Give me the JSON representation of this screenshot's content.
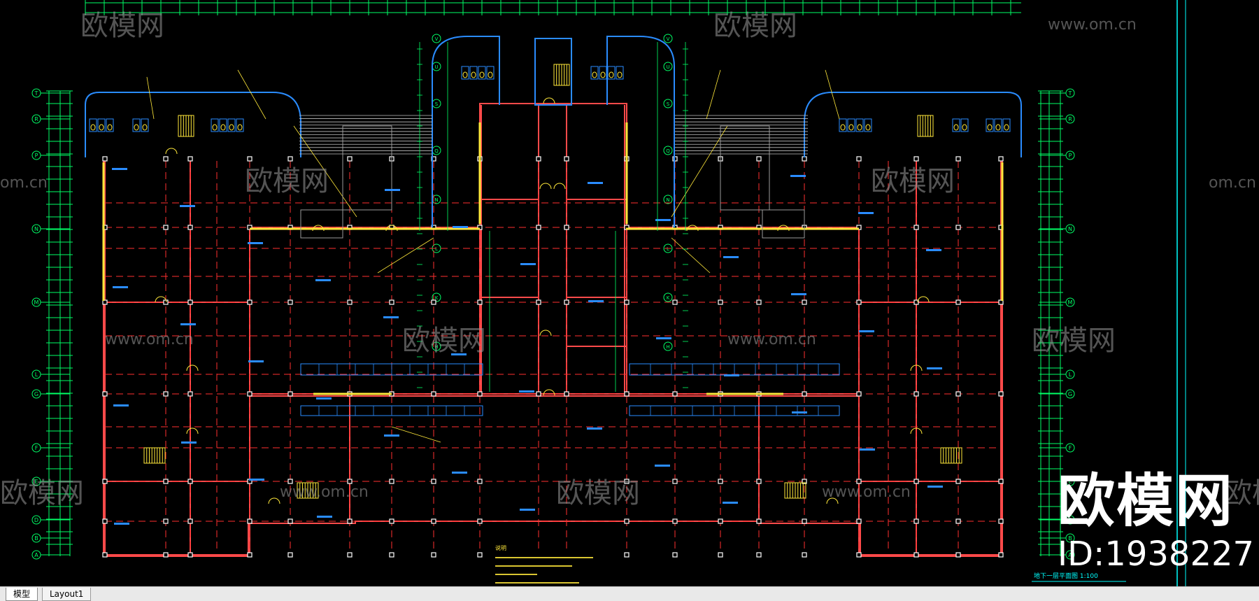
{
  "watermarks": {
    "brand_cn": "欧模网",
    "site_url": "www.om.cn",
    "site_partial": "om.cn"
  },
  "brand_overlay": {
    "name": "欧模网",
    "id_text": "ID:1938227"
  },
  "drawing": {
    "title": "地下一层平面图 1:100",
    "notes_title": "说明",
    "grid_letters_left": [
      "T",
      "R",
      "P",
      "N",
      "M",
      "L",
      "G",
      "F",
      "E",
      "D",
      "B",
      "A"
    ],
    "grid_letters_core": [
      "V",
      "U",
      "S",
      "Q",
      "N",
      "L",
      "K",
      "H"
    ],
    "colors": {
      "background": "#000000",
      "walls": "#ff4a4a",
      "columns": "#ffffff",
      "dimensions": "#00ff66",
      "annotations": "#2a8cff",
      "highlights": "#ffe83a",
      "viewport_border": "#00ffff"
    }
  },
  "tabs": {
    "model_label": "模型",
    "layout_label": "Layout1"
  }
}
